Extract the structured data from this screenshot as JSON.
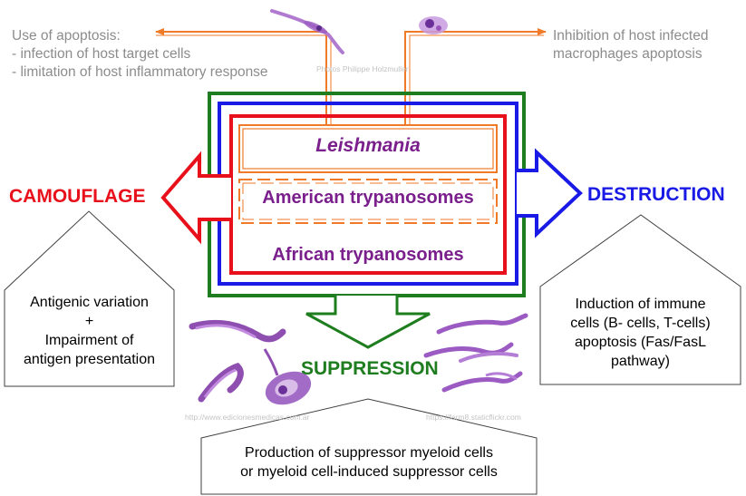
{
  "top_left_note": {
    "title": "Use of apoptosis:",
    "items": [
      "- infection of host target cells",
      "- limitation of host inflammatory response"
    ]
  },
  "top_right_note": {
    "lines": [
      "Inhibition of host infected",
      "macrophages apoptosis"
    ]
  },
  "photo_credit_top": "Photos Philippe  Holzmuller",
  "parasites": {
    "leishmania": "Leishmania",
    "american": "American trypanosomes",
    "african": "African trypanosomes"
  },
  "mechanisms": {
    "camouflage": "CAMOUFLAGE",
    "destruction": "DESTRUCTION",
    "suppression": "SUPPRESSION"
  },
  "boxes": {
    "left": [
      "Antigenic variation",
      "+",
      "Impairment of",
      "antigen presentation"
    ],
    "right": [
      "Induction of immune",
      "cells (B- cells, T-cells)",
      "apoptosis (Fas/FasL",
      "pathway)"
    ],
    "bottom": [
      "Production of suppressor myeloid cells",
      "or myeloid cell-induced suppressor cells"
    ]
  },
  "credits": {
    "bottom_left": "http://www.edicionesmedicas.com.ar",
    "bottom_right": "https://farm8.staticflickr.com"
  },
  "colors": {
    "camouflage": "#e8101a",
    "destruction": "#1a1ae6",
    "suppression": "#1e7d1e",
    "orange": "#f07a28",
    "parasite_text": "#7a1f8c",
    "gray_text": "#8c8c8c"
  },
  "icons": [
    "trypanosome-image",
    "leishmania-image",
    "trypanosomes-cluster-image"
  ]
}
